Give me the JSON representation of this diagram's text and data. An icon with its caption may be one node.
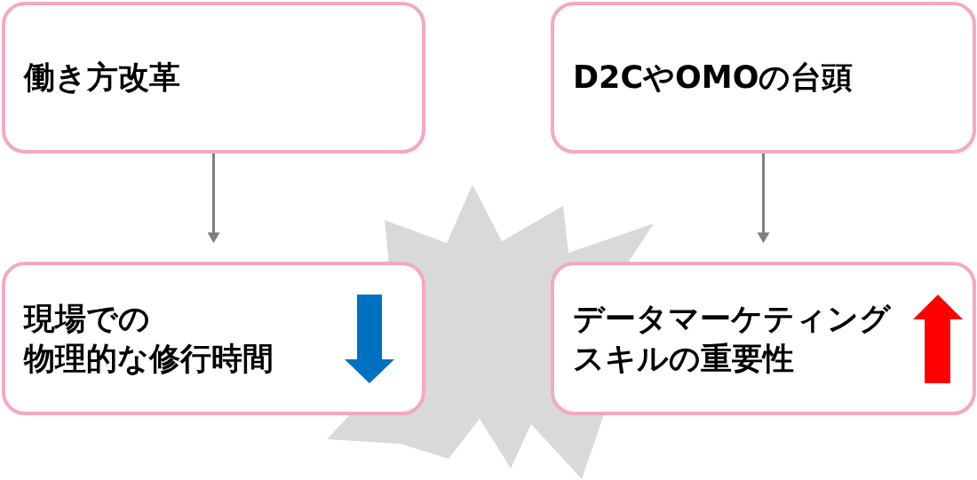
{
  "diagram": {
    "nodes": [
      {
        "text": [
          "働き方改革"
        ]
      },
      {
        "text": [
          "D2CやOMOの台頭"
        ]
      },
      {
        "text": [
          "現場での物理的な修行時間"
        ]
      },
      {
        "text": [
          "データマーケティングスキルの重要性"
        ]
      }
    ],
    "edges": [
      {
        "from": 0,
        "to": 2,
        "arrow": "to"
      },
      {
        "from": 1,
        "to": 3,
        "arrow": "to"
      }
    ]
  }
}
